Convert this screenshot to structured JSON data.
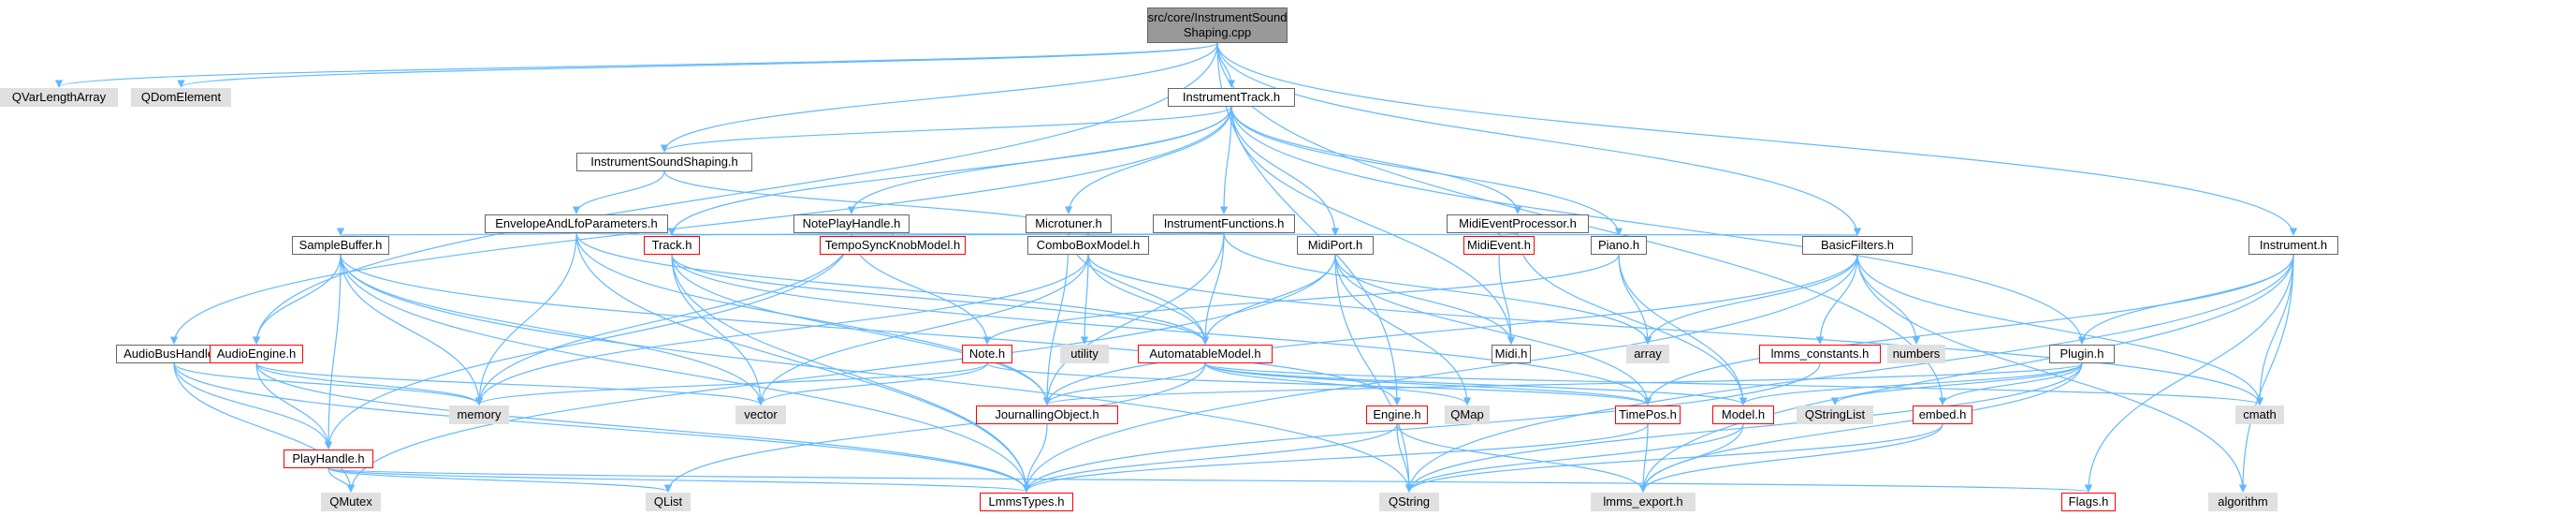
{
  "graph": {
    "root": "src/core/InstrumentSound\nShaping.cpp",
    "edge_color": "#63b8ff",
    "nodes": [
      {
        "id": "root",
        "label": "src/core/InstrumentSound\nShaping.cpp",
        "kind": "root"
      },
      {
        "id": "qvarlen",
        "label": "QVarLengthArray",
        "kind": "sys"
      },
      {
        "id": "qdom",
        "label": "QDomElement",
        "kind": "sys"
      },
      {
        "id": "insttrack",
        "label": "InstrumentTrack.h",
        "kind": "h"
      },
      {
        "id": "instshaping",
        "label": "InstrumentSoundShaping.h",
        "kind": "h"
      },
      {
        "id": "envlfo",
        "label": "EnvelopeAndLfoParameters.h",
        "kind": "h"
      },
      {
        "id": "noteplay",
        "label": "NotePlayHandle.h",
        "kind": "h"
      },
      {
        "id": "microtuner",
        "label": "Microtuner.h",
        "kind": "h"
      },
      {
        "id": "instfunc",
        "label": "InstrumentFunctions.h",
        "kind": "h"
      },
      {
        "id": "midiproc",
        "label": "MidiEventProcessor.h",
        "kind": "h"
      },
      {
        "id": "instrument",
        "label": "Instrument.h",
        "kind": "h"
      },
      {
        "id": "samplebuf",
        "label": "SampleBuffer.h",
        "kind": "h"
      },
      {
        "id": "track",
        "label": "Track.h",
        "kind": "red"
      },
      {
        "id": "tempo",
        "label": "TempoSyncKnobModel.h",
        "kind": "red"
      },
      {
        "id": "combobox",
        "label": "ComboBoxModel.h",
        "kind": "h"
      },
      {
        "id": "midiport",
        "label": "MidiPort.h",
        "kind": "h"
      },
      {
        "id": "midievent",
        "label": "MidiEvent.h",
        "kind": "red"
      },
      {
        "id": "piano",
        "label": "Piano.h",
        "kind": "h"
      },
      {
        "id": "basicfilters",
        "label": "BasicFilters.h",
        "kind": "h"
      },
      {
        "id": "audiobus",
        "label": "AudioBusHandle.h",
        "kind": "h"
      },
      {
        "id": "audioengine",
        "label": "AudioEngine.h",
        "kind": "red"
      },
      {
        "id": "note",
        "label": "Note.h",
        "kind": "red"
      },
      {
        "id": "utility",
        "label": "utility",
        "kind": "sys"
      },
      {
        "id": "automatable",
        "label": "AutomatableModel.h",
        "kind": "red"
      },
      {
        "id": "midi",
        "label": "Midi.h",
        "kind": "h"
      },
      {
        "id": "array",
        "label": "array",
        "kind": "sys"
      },
      {
        "id": "lmmsconst",
        "label": "lmms_constants.h",
        "kind": "red"
      },
      {
        "id": "numbers",
        "label": "numbers",
        "kind": "sys"
      },
      {
        "id": "plugin",
        "label": "Plugin.h",
        "kind": "h"
      },
      {
        "id": "cmath",
        "label": "cmath",
        "kind": "sys"
      },
      {
        "id": "memory",
        "label": "memory",
        "kind": "sys"
      },
      {
        "id": "vector",
        "label": "vector",
        "kind": "sys"
      },
      {
        "id": "playhandle",
        "label": "PlayHandle.h",
        "kind": "red"
      },
      {
        "id": "journal",
        "label": "JournallingObject.h",
        "kind": "red"
      },
      {
        "id": "engine",
        "label": "Engine.h",
        "kind": "red"
      },
      {
        "id": "qmap",
        "label": "QMap",
        "kind": "sys"
      },
      {
        "id": "timepos",
        "label": "TimePos.h",
        "kind": "red"
      },
      {
        "id": "model",
        "label": "Model.h",
        "kind": "red"
      },
      {
        "id": "qstringlist",
        "label": "QStringList",
        "kind": "sys"
      },
      {
        "id": "embed",
        "label": "embed.h",
        "kind": "red"
      },
      {
        "id": "qmutex",
        "label": "QMutex",
        "kind": "sys"
      },
      {
        "id": "qlist",
        "label": "QList",
        "kind": "sys"
      },
      {
        "id": "lmmstypes",
        "label": "LmmsTypes.h",
        "kind": "red"
      },
      {
        "id": "qstring",
        "label": "QString",
        "kind": "sys"
      },
      {
        "id": "lmmsexport",
        "label": "lmms_export.h",
        "kind": "sys"
      },
      {
        "id": "flags",
        "label": "Flags.h",
        "kind": "red"
      },
      {
        "id": "algorithm",
        "label": "algorithm",
        "kind": "sys"
      }
    ],
    "edges": [
      [
        "root",
        "qvarlen"
      ],
      [
        "root",
        "qdom"
      ],
      [
        "root",
        "insttrack"
      ],
      [
        "root",
        "instshaping"
      ],
      [
        "root",
        "audioengine"
      ],
      [
        "root",
        "basicfilters"
      ],
      [
        "root",
        "instrument"
      ],
      [
        "root",
        "engine"
      ],
      [
        "root",
        "embed"
      ],
      [
        "insttrack",
        "instshaping"
      ],
      [
        "insttrack",
        "noteplay"
      ],
      [
        "insttrack",
        "microtuner"
      ],
      [
        "insttrack",
        "instfunc"
      ],
      [
        "insttrack",
        "midiproc"
      ],
      [
        "insttrack",
        "piano"
      ],
      [
        "insttrack",
        "midiport"
      ],
      [
        "insttrack",
        "track"
      ],
      [
        "insttrack",
        "audiobus"
      ],
      [
        "insttrack",
        "plugin"
      ],
      [
        "insttrack",
        "midi"
      ],
      [
        "instshaping",
        "envlfo"
      ],
      [
        "instshaping",
        "combobox"
      ],
      [
        "envlfo",
        "samplebuf"
      ],
      [
        "envlfo",
        "tempo"
      ],
      [
        "envlfo",
        "automatable"
      ],
      [
        "envlfo",
        "memory"
      ],
      [
        "envlfo",
        "journal"
      ],
      [
        "envlfo",
        "lmmstypes"
      ],
      [
        "noteplay",
        "track"
      ],
      [
        "noteplay",
        "note"
      ],
      [
        "noteplay",
        "playhandle"
      ],
      [
        "noteplay",
        "memory"
      ],
      [
        "noteplay",
        "basicfilters"
      ],
      [
        "microtuner",
        "combobox"
      ],
      [
        "microtuner",
        "automatable"
      ],
      [
        "microtuner",
        "journal"
      ],
      [
        "instfunc",
        "combobox"
      ],
      [
        "instfunc",
        "tempo"
      ],
      [
        "instfunc",
        "automatable"
      ],
      [
        "instfunc",
        "journal"
      ],
      [
        "instfunc",
        "array"
      ],
      [
        "midiproc",
        "midievent"
      ],
      [
        "midiproc",
        "model"
      ],
      [
        "midievent",
        "midi"
      ],
      [
        "piano",
        "array"
      ],
      [
        "piano",
        "note"
      ],
      [
        "piano",
        "model"
      ],
      [
        "basicfilters",
        "array"
      ],
      [
        "basicfilters",
        "lmmsconst"
      ],
      [
        "basicfilters",
        "numbers"
      ],
      [
        "basicfilters",
        "cmath"
      ],
      [
        "basicfilters",
        "lmmstypes"
      ],
      [
        "basicfilters",
        "journal"
      ],
      [
        "basicfilters",
        "algorithm"
      ],
      [
        "samplebuf",
        "audioengine"
      ],
      [
        "samplebuf",
        "memory"
      ],
      [
        "samplebuf",
        "vector"
      ],
      [
        "samplebuf",
        "lmmstypes"
      ],
      [
        "samplebuf",
        "qstring"
      ],
      [
        "samplebuf",
        "engine"
      ],
      [
        "samplebuf",
        "playhandle"
      ],
      [
        "track",
        "vector"
      ],
      [
        "track",
        "automatable"
      ],
      [
        "track",
        "journal"
      ],
      [
        "track",
        "lmmstypes"
      ],
      [
        "track",
        "timepos"
      ],
      [
        "combobox",
        "utility"
      ],
      [
        "combobox",
        "automatable"
      ],
      [
        "combobox",
        "memory"
      ],
      [
        "combobox",
        "vector"
      ],
      [
        "combobox",
        "cmath"
      ],
      [
        "midiport",
        "automatable"
      ],
      [
        "midiport",
        "midi"
      ],
      [
        "midiport",
        "qmap"
      ],
      [
        "midiport",
        "timepos"
      ],
      [
        "midiport",
        "qstring"
      ],
      [
        "midiport",
        "qmutex"
      ],
      [
        "audiobus",
        "memory"
      ],
      [
        "audiobus",
        "qmutex"
      ],
      [
        "audiobus",
        "lmmstypes"
      ],
      [
        "audiobus",
        "playhandle"
      ],
      [
        "audioengine",
        "memory"
      ],
      [
        "audioengine",
        "vector"
      ],
      [
        "audioengine",
        "playhandle"
      ],
      [
        "audioengine",
        "lmmstypes"
      ],
      [
        "note",
        "memory"
      ],
      [
        "note",
        "vector"
      ],
      [
        "note",
        "timepos"
      ],
      [
        "automatable",
        "journal"
      ],
      [
        "automatable",
        "qmap"
      ],
      [
        "automatable",
        "model"
      ],
      [
        "automatable",
        "timepos"
      ],
      [
        "automatable",
        "cmath"
      ],
      [
        "automatable",
        "qlist"
      ],
      [
        "plugin",
        "journal"
      ],
      [
        "plugin",
        "model"
      ],
      [
        "plugin",
        "qstringlist"
      ],
      [
        "plugin",
        "embed"
      ],
      [
        "plugin",
        "lmmsexport"
      ],
      [
        "plugin",
        "qstring"
      ],
      [
        "instrument",
        "plugin"
      ],
      [
        "instrument",
        "cmath"
      ],
      [
        "instrument",
        "timepos"
      ],
      [
        "instrument",
        "lmmsexport"
      ],
      [
        "instrument",
        "flags"
      ],
      [
        "instrument",
        "qstring"
      ],
      [
        "instrument",
        "algorithm"
      ],
      [
        "playhandle",
        "qmutex"
      ],
      [
        "playhandle",
        "qlist"
      ],
      [
        "playhandle",
        "lmmstypes"
      ],
      [
        "playhandle",
        "flags"
      ],
      [
        "journal",
        "lmmstypes"
      ],
      [
        "engine",
        "lmmstypes"
      ],
      [
        "engine",
        "qstring"
      ],
      [
        "engine",
        "lmmsexport"
      ],
      [
        "timepos",
        "lmmstypes"
      ],
      [
        "timepos",
        "lmmsexport"
      ],
      [
        "model",
        "qstring"
      ],
      [
        "model",
        "lmmsexport"
      ],
      [
        "embed",
        "qstring"
      ],
      [
        "embed",
        "lmmsexport"
      ],
      [
        "lmmsconst",
        "lmmstypes"
      ]
    ]
  }
}
